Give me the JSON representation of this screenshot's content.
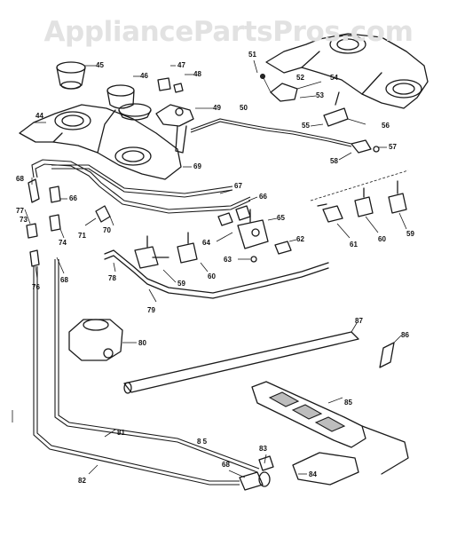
{
  "watermark": "AppliancePartsPros.com",
  "page_number": "8 5",
  "callouts": [
    "44",
    "45",
    "46",
    "47",
    "48",
    "49",
    "50",
    "51",
    "52",
    "53",
    "54",
    "55",
    "56",
    "57",
    "58",
    "59",
    "60",
    "61",
    "62",
    "63",
    "64",
    "65",
    "66",
    "67",
    "68",
    "69",
    "70",
    "71",
    "73",
    "74",
    "76",
    "77",
    "78",
    "79",
    "80",
    "81",
    "82",
    "83",
    "84",
    "85",
    "86",
    "87"
  ]
}
